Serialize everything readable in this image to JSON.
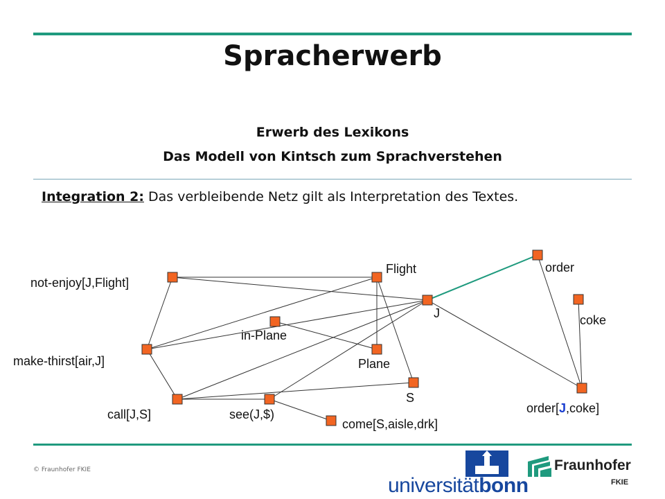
{
  "slide": {
    "title": "Spracherwerb",
    "subtitle1": "Erwerb des Lexikons",
    "subtitle2": "Das Modell von Kintsch zum Sprachverstehen",
    "integration_lead": "Integration 2:",
    "integration_text": " Das verbleibende Netz gilt als Interpretation des Textes.",
    "footer": "© Fraunhofer FKIE"
  },
  "colors": {
    "accent": "#1f9a7e",
    "node_fill": "#f26522",
    "node_stroke": "#333333",
    "highlight_J": "#1a3fd0"
  },
  "network": {
    "nodes": [
      {
        "id": "not-enjoy",
        "label": "not-enjoy[J,Flight]"
      },
      {
        "id": "flight",
        "label": "Flight"
      },
      {
        "id": "j",
        "label": "J"
      },
      {
        "id": "order",
        "label": "order"
      },
      {
        "id": "coke",
        "label": "coke"
      },
      {
        "id": "in-plane",
        "label": "in-Plane"
      },
      {
        "id": "make-thirst",
        "label": "make-thirst[air,J]"
      },
      {
        "id": "plane",
        "label": "Plane"
      },
      {
        "id": "s",
        "label": "S"
      },
      {
        "id": "call",
        "label": "call[J,S]"
      },
      {
        "id": "see",
        "label": "see(J,$)"
      },
      {
        "id": "come",
        "label": "come[S,aisle,drk]"
      },
      {
        "id": "order-coke",
        "label_pre": "order[",
        "label_hl": "J",
        "label_post": ",coke]"
      }
    ],
    "edges": [
      [
        "not-enjoy",
        "flight"
      ],
      [
        "not-enjoy",
        "j"
      ],
      [
        "not-enjoy",
        "make-thirst"
      ],
      [
        "make-thirst",
        "flight"
      ],
      [
        "make-thirst",
        "j"
      ],
      [
        "make-thirst",
        "call"
      ],
      [
        "flight",
        "plane"
      ],
      [
        "flight",
        "s"
      ],
      [
        "in-plane",
        "plane"
      ],
      [
        "call",
        "see"
      ],
      [
        "call",
        "s"
      ],
      [
        "call",
        "j"
      ],
      [
        "see",
        "j"
      ],
      [
        "see",
        "come"
      ],
      [
        "j",
        "order"
      ],
      [
        "j",
        "order-coke"
      ],
      [
        "order",
        "order-coke"
      ],
      [
        "coke",
        "order-coke"
      ]
    ],
    "highlighted_edges": [
      [
        "j",
        "order"
      ]
    ]
  },
  "logos": {
    "university": {
      "prefix": "universität",
      "suffix": "bonn"
    },
    "fraunhofer": {
      "name": "Fraunhofer",
      "institute": "FKIE"
    }
  }
}
